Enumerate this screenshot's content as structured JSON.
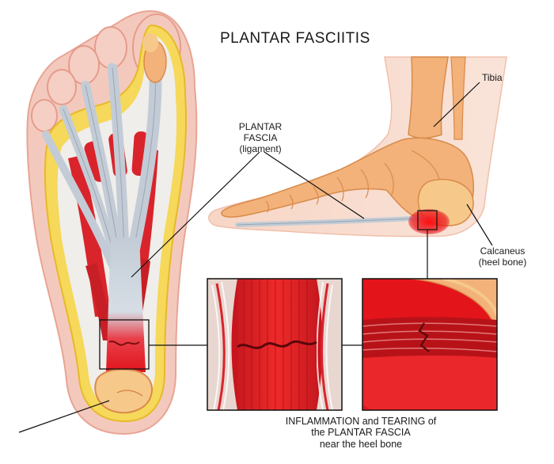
{
  "title": "PLANTAR FASCIITIS",
  "labels": {
    "tibia": "Tibia",
    "plantar_fascia": "PLANTAR FASCIA",
    "ligament": "(ligament)",
    "calcaneus": "Calcaneus",
    "heel_bone": "(heel bone)"
  },
  "caption": {
    "line1": "INFLAMMATION and TEARING of",
    "line2": "the PLANTAR FASCIA",
    "line3": "near the heel bone"
  },
  "colors": {
    "skin": "#f4c9bd",
    "skin_edge": "#e8a494",
    "fat_yellow": "#f2d23a",
    "muscle_red": "#d9242b",
    "tendon_blue": "#c3ccd6",
    "bone": "#f2b27a",
    "bone_dark": "#d98a4a",
    "inflamed": "#e8141b"
  }
}
